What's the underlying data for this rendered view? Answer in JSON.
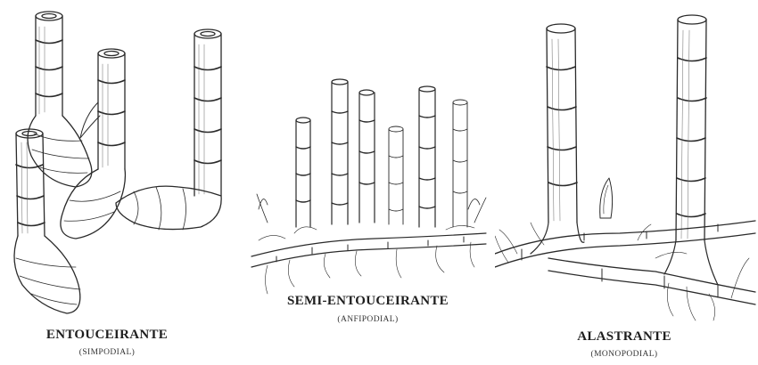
{
  "panels": [
    {
      "title": "ENTOUCEIRANTE",
      "subtitle": "(SIMPODIAL)"
    },
    {
      "title": "SEMI-ENTOUCEIRANTE",
      "subtitle": "(ANFIPODIAL)"
    },
    {
      "title": "ALASTRANTE",
      "subtitle": "(MONOPODIAL)"
    }
  ]
}
